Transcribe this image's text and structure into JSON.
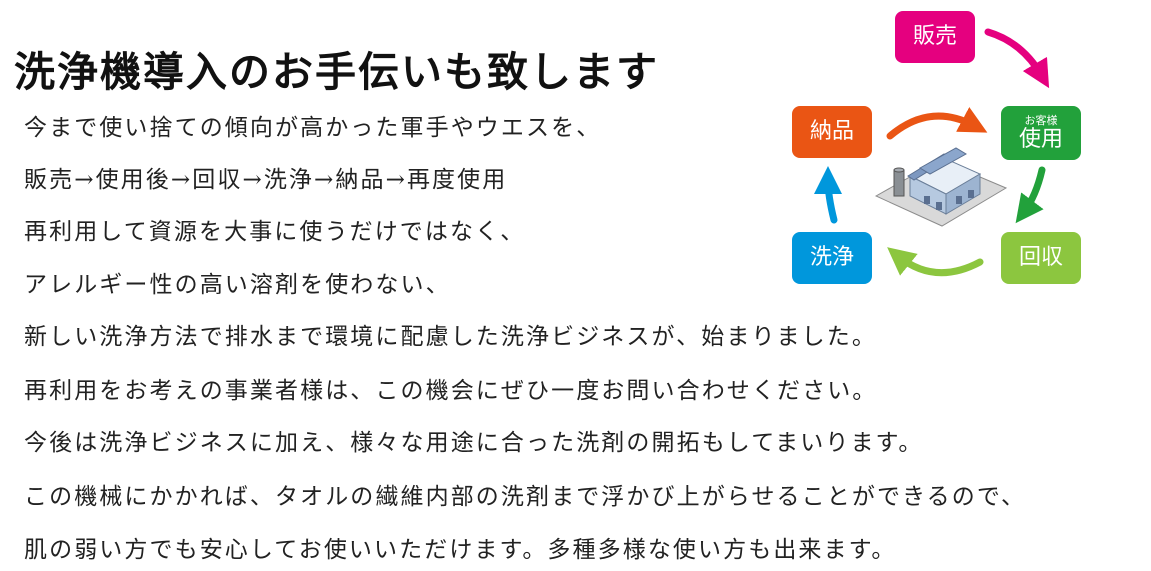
{
  "title": "洗浄機導入のお手伝いも致します",
  "body_lines": [
    "今まで使い捨ての傾向が高かった軍手やウエスを、",
    "販売→使用後→回収→洗浄→納品→再度使用",
    "再利用して資源を大事に使うだけではなく、",
    "アレルギー性の高い溶剤を使わない、",
    "新しい洗浄方法で排水まで環境に配慮した洗浄ビジネスが、始まりました。",
    "再利用をお考えの事業者様は、この機会にぜひ一度お問い合わせください。",
    "今後は洗浄ビジネスに加え、様々な用途に合った洗剤の開拓もしてまいります。",
    "この機械にかかれば、タオルの繊維内部の洗剤まで浮かび上がらせることができるので、",
    "肌の弱い方でも安心してお使いいただけます。多種多様な使い方も出来ます。"
  ],
  "diagram": {
    "hanbai": "販売",
    "shiyo_sub": "お客様",
    "shiyo": "使用",
    "kaishu": "回収",
    "senjo": "洗浄",
    "nohin": "納品",
    "image_icon": "factory-building-icon",
    "colors": {
      "hanbai": "#e5007f",
      "shiyo": "#22a13b",
      "kaishu": "#8cc63f",
      "senjo": "#0097dc",
      "nohin": "#ea5514"
    }
  }
}
